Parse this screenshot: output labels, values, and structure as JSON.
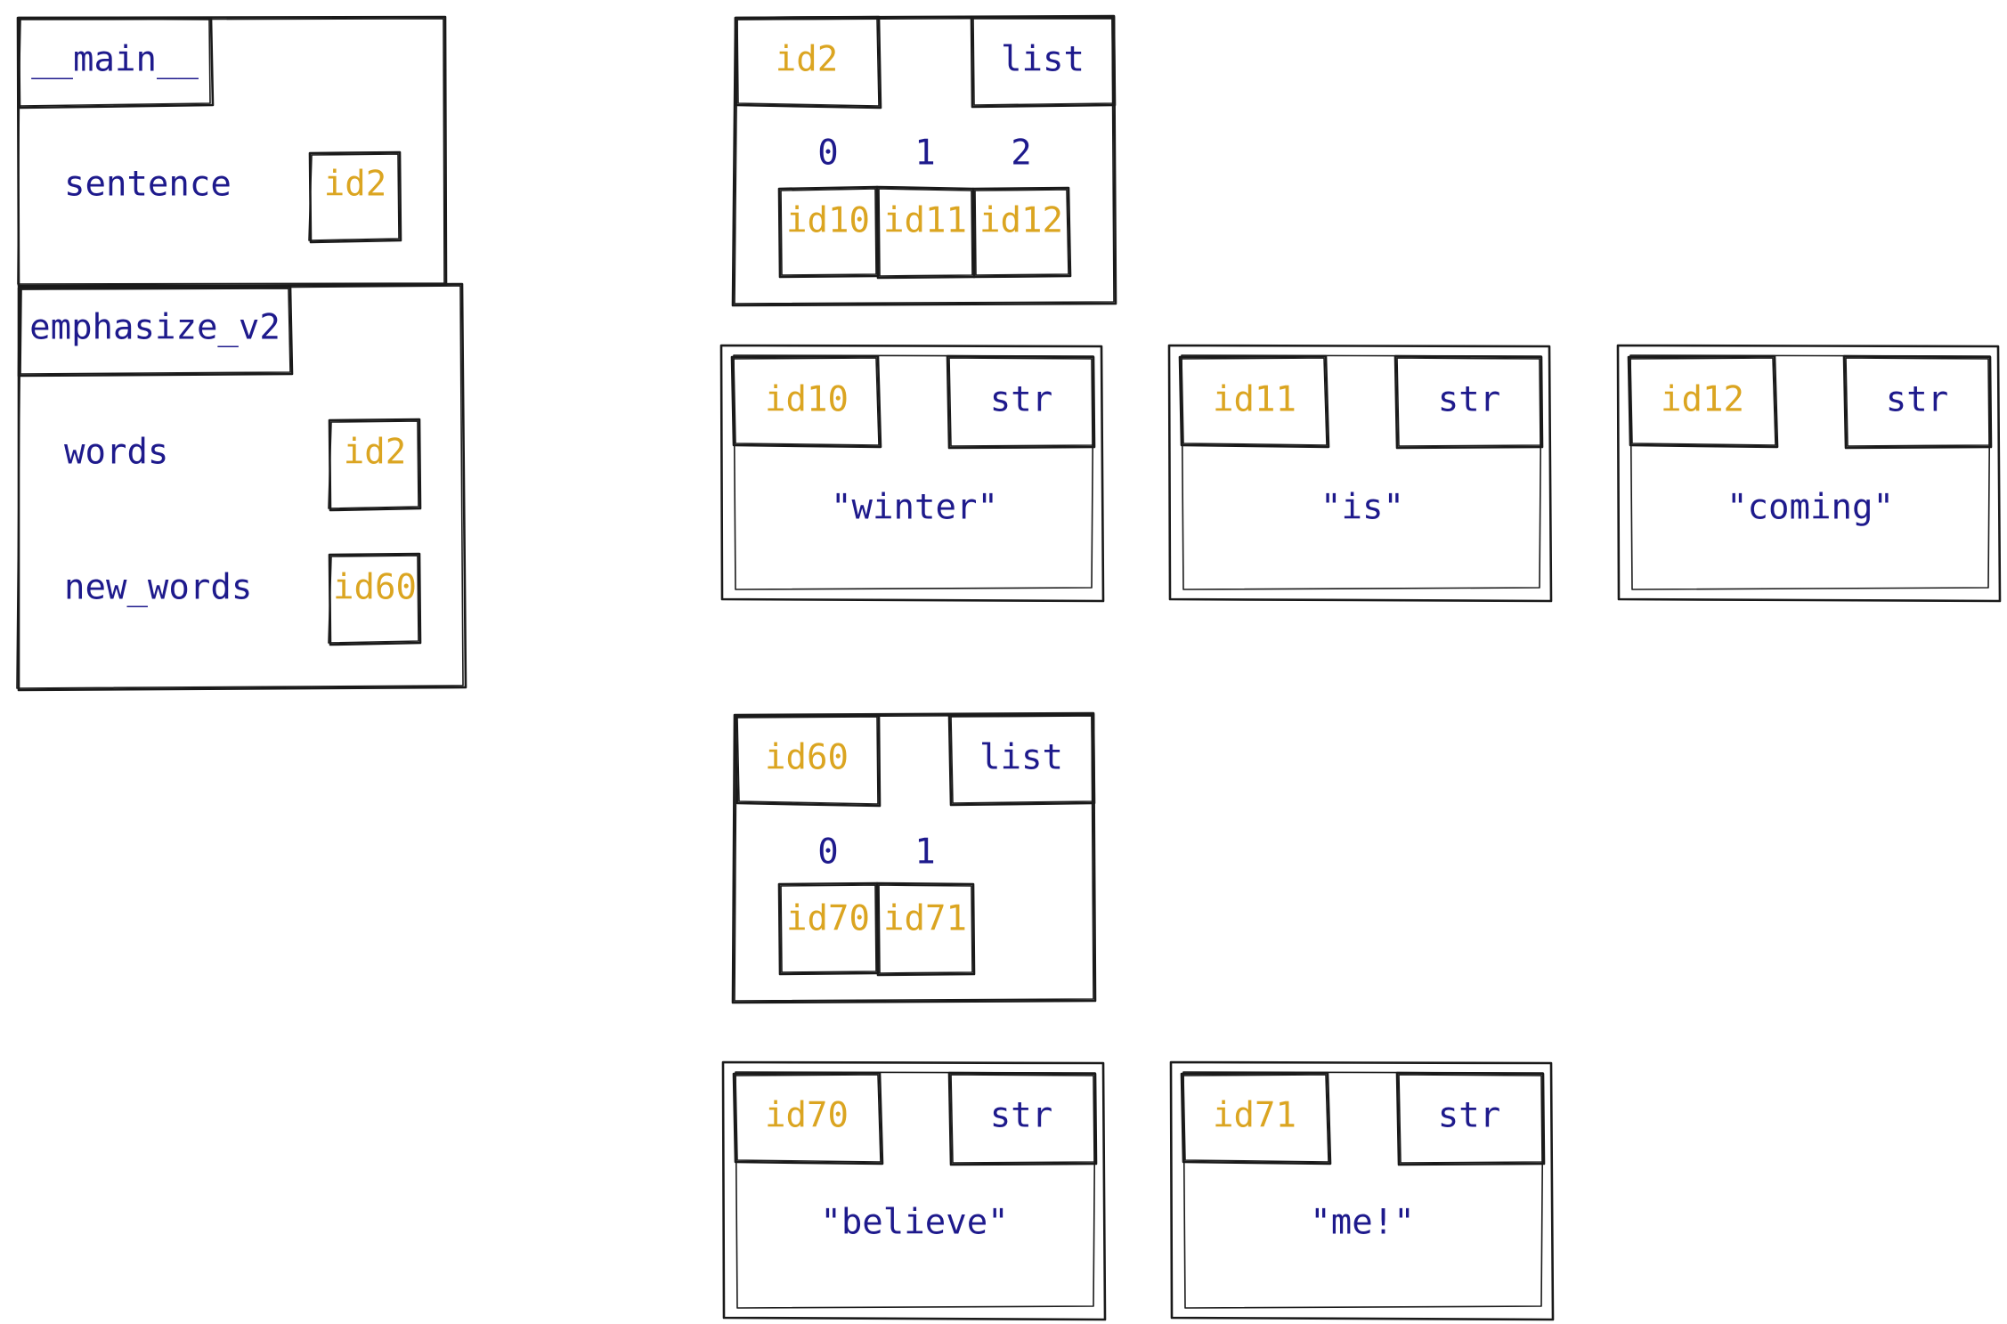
{
  "frames": {
    "main": {
      "name": "__main__",
      "vars": [
        {
          "name": "sentence",
          "ref": "id2"
        }
      ]
    },
    "emphasize": {
      "name": "emphasize_v2",
      "vars": [
        {
          "name": "words",
          "ref": "id2"
        },
        {
          "name": "new_words",
          "ref": "id60"
        }
      ]
    }
  },
  "objects": {
    "list_id2": {
      "id": "id2",
      "type": "list",
      "indices": [
        "0",
        "1",
        "2"
      ],
      "items": [
        "id10",
        "id11",
        "id12"
      ]
    },
    "str_id10": {
      "id": "id10",
      "type": "str",
      "value": "\"winter\""
    },
    "str_id11": {
      "id": "id11",
      "type": "str",
      "value": "\"is\""
    },
    "str_id12": {
      "id": "id12",
      "type": "str",
      "value": "\"coming\""
    },
    "list_id60": {
      "id": "id60",
      "type": "list",
      "indices": [
        "0",
        "1"
      ],
      "items": [
        "id70",
        "id71"
      ]
    },
    "str_id70": {
      "id": "id70",
      "type": "str",
      "value": "\"believe\""
    },
    "str_id71": {
      "id": "id71",
      "type": "str",
      "value": "\"me!\""
    }
  },
  "colors": {
    "name_text": "#1e1a8c",
    "id_text": "#dba521",
    "stroke": "#1a1a1a"
  }
}
